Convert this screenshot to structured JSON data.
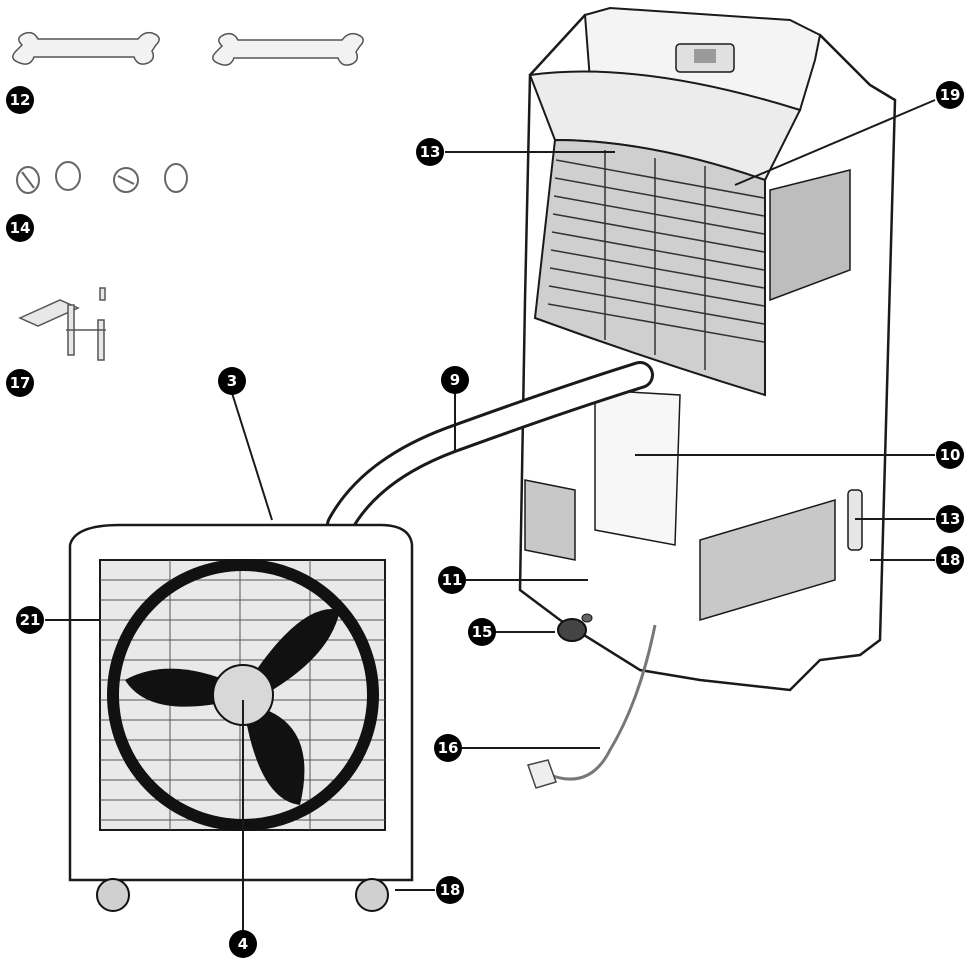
{
  "diagram": {
    "callouts": [
      {
        "id": "c12a",
        "label": "12",
        "part": "wrench"
      },
      {
        "id": "c14",
        "label": "14",
        "part": "hose-clamp-rings"
      },
      {
        "id": "c17",
        "label": "17",
        "part": "window-bracket-kit"
      },
      {
        "id": "c13a",
        "label": "13",
        "part": "top-grille"
      },
      {
        "id": "c19",
        "label": "19",
        "part": "evaporator-grille"
      },
      {
        "id": "c3",
        "label": "3",
        "part": "outdoor-unit-top"
      },
      {
        "id": "c9",
        "label": "9",
        "part": "connecting-hose"
      },
      {
        "id": "c10",
        "label": "10",
        "part": "rear-panel"
      },
      {
        "id": "c13b",
        "label": "13",
        "part": "side-handle"
      },
      {
        "id": "c11",
        "label": "11",
        "part": "drain-outlet"
      },
      {
        "id": "c18a",
        "label": "18",
        "part": "indoor-caster"
      },
      {
        "id": "c15",
        "label": "15",
        "part": "drain-plug"
      },
      {
        "id": "c21",
        "label": "21",
        "part": "outdoor-grille"
      },
      {
        "id": "c16",
        "label": "16",
        "part": "power-cord"
      },
      {
        "id": "c18b",
        "label": "18",
        "part": "outdoor-caster"
      },
      {
        "id": "c4",
        "label": "4",
        "part": "fan-blade"
      }
    ],
    "colors": {
      "line": "#1a1a1a",
      "marker": "#000000",
      "body": "#ffffff",
      "shade": "#d8d8d8"
    }
  }
}
